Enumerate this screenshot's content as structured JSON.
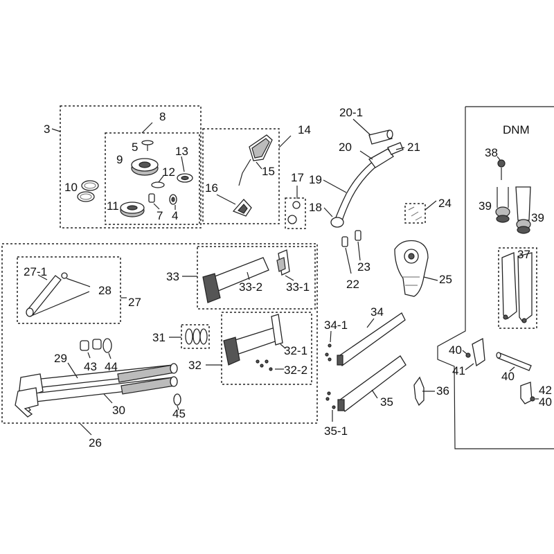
{
  "brand_label": "DNM",
  "callouts": {
    "c3": "3",
    "c8": "8",
    "c5": "5",
    "c9": "9",
    "c13": "13",
    "c12": "12",
    "c10": "10",
    "c11": "11",
    "c7": "7",
    "c4": "4",
    "c14": "14",
    "c15": "15",
    "c16": "16",
    "c17": "17",
    "c18": "18",
    "c19": "19",
    "c20": "20",
    "c20_1": "20-1",
    "c21": "21",
    "c22": "22",
    "c23": "23",
    "c24": "24",
    "c25": "25",
    "c26": "26",
    "c27": "27",
    "c27_1": "27-1",
    "c28": "28",
    "c29": "29",
    "c30": "30",
    "c31": "31",
    "c32": "32",
    "c32_1": "32-1",
    "c32_2": "32-2",
    "c33": "33",
    "c33_1": "33-1",
    "c33_2": "33-2",
    "c34": "34",
    "c34_1": "34-1",
    "c35": "35",
    "c35_1": "35-1",
    "c36": "36",
    "c37": "37",
    "c38": "38",
    "c39a": "39",
    "c39b": "39",
    "c40a": "40",
    "c40b": "40",
    "c40c": "40",
    "c41": "41",
    "c42": "42",
    "c43": "43",
    "c44": "44",
    "c45": "45"
  }
}
